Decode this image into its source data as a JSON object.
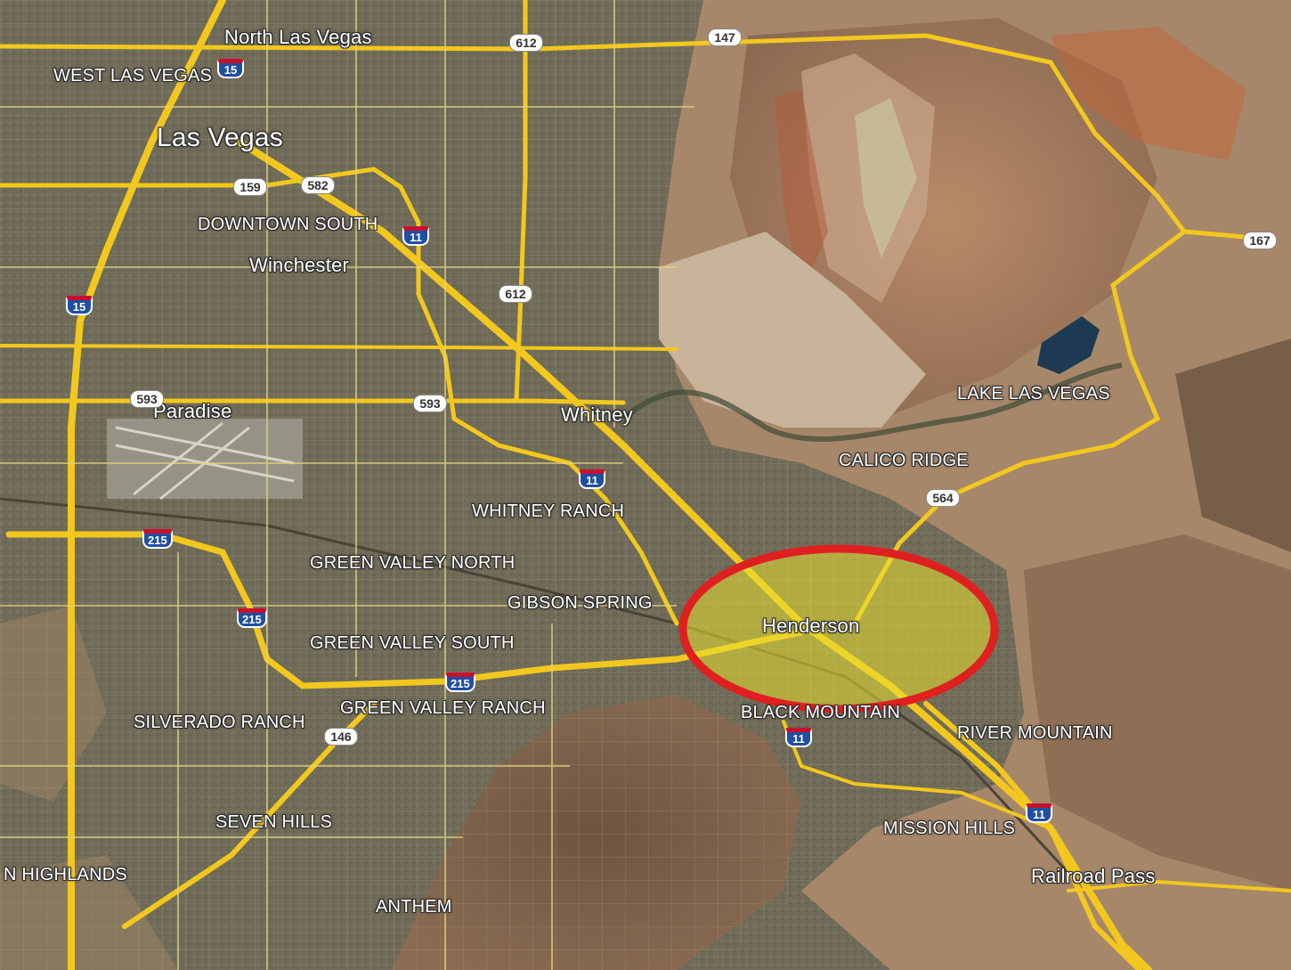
{
  "places": {
    "north_las_vegas": "North Las Vegas",
    "west_las_vegas": "WEST LAS VEGAS",
    "las_vegas": "Las Vegas",
    "downtown_south": "DOWNTOWN SOUTH",
    "winchester": "Winchester",
    "paradise": "Paradise",
    "whitney": "Whitney",
    "lake_las_vegas": "LAKE LAS VEGAS",
    "calico_ridge": "CALICO RIDGE",
    "whitney_ranch": "WHITNEY RANCH",
    "green_valley_north": "GREEN VALLEY NORTH",
    "gibson_springs": "GIBSON SPRING",
    "henderson": "Henderson",
    "green_valley_south": "GREEN VALLEY SOUTH",
    "green_valley_ranch": "GREEN VALLEY RANCH",
    "silverado_ranch": "SILVERADO RANCH",
    "black_mountain": "BLACK MOUNTAIN",
    "river_mountain": "RIVER MOUNTAIN",
    "seven_hills": "SEVEN HILLS",
    "mission_hills": "MISSION HILLS",
    "highlands": "N HIGHLANDS",
    "railroad_pass": "Railroad Pass",
    "anthem": "ANTHEM"
  },
  "routes": {
    "r612_top": "612",
    "r147": "147",
    "i15_top": "15",
    "r159": "159",
    "r582": "582",
    "i11_downtown": "11",
    "r612_mid": "612",
    "i15_mid": "15",
    "r593_left": "593",
    "r593_mid": "593",
    "i11_whitney": "11",
    "r167": "167",
    "r564": "564",
    "i215_left": "215",
    "i215_mid": "215",
    "i215_green": "215",
    "r146": "146",
    "i11_black": "11",
    "i11_mission": "11"
  },
  "colors": {
    "highlight_fill": "#e8e030",
    "highlight_stroke": "#e02020",
    "road": "#f2c81e",
    "urban": "#6e6a58",
    "desert": "#9a8063"
  }
}
